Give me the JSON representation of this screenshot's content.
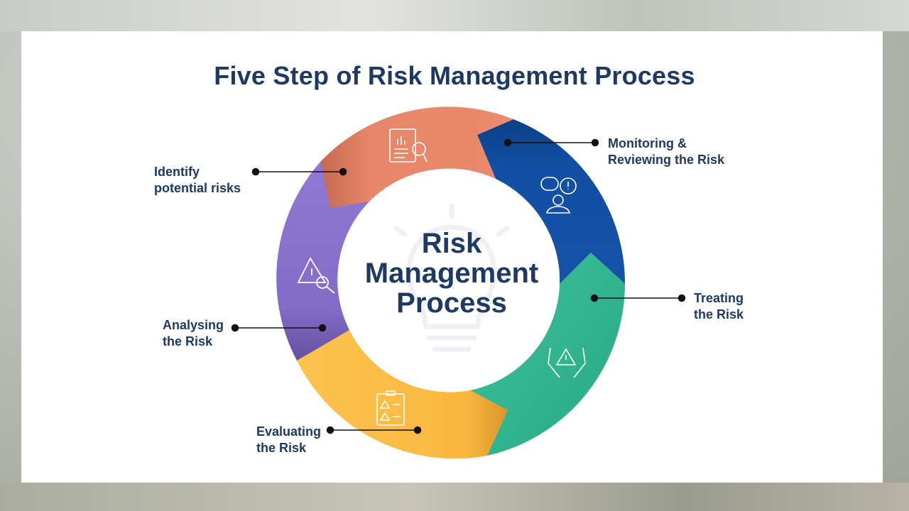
{
  "title": "Five Step of Risk Management Process",
  "center": {
    "text": "Risk\nManagement\nProcess"
  },
  "steps": [
    {
      "label": "Identify\npotential risks",
      "color": "#e8876a",
      "icon": "report-magnifier-icon"
    },
    {
      "label": "Monitoring &\nReviewing the Risk",
      "color": "#114ea0",
      "icon": "people-discussion-warning-icon"
    },
    {
      "label": "Treating\nthe Risk",
      "color": "#33b893",
      "icon": "hands-protecting-warning-icon"
    },
    {
      "label": "Evaluating\nthe Risk",
      "color": "#fbbb45",
      "icon": "clipboard-warning-icon"
    },
    {
      "label": "Analysing\nthe Risk",
      "color": "#8a73cd",
      "icon": "warning-search-icon"
    }
  ],
  "colors": {
    "title": "#1e3a64",
    "connector": "#111111"
  }
}
